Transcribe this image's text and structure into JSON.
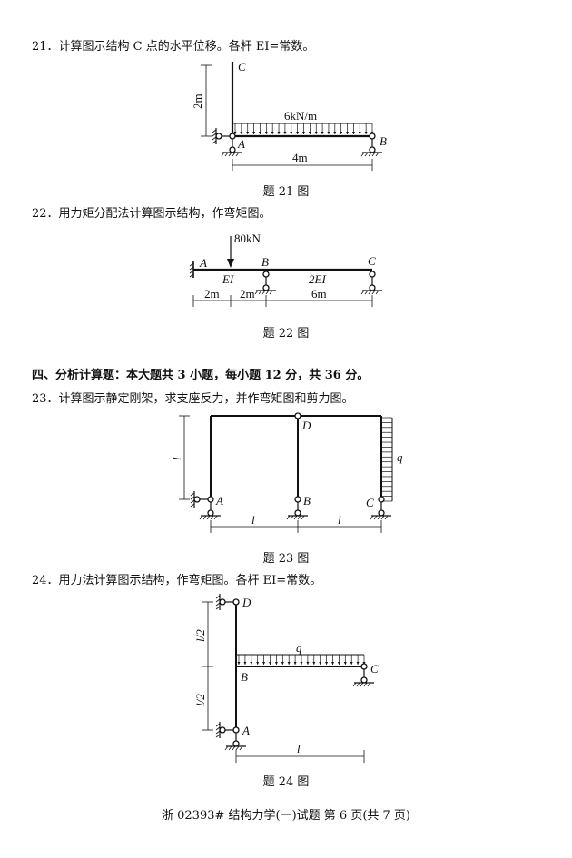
{
  "questions": [
    {
      "text": "21．计算图示结构 C 点的水平位移。各杆 EI=常数。",
      "caption": "题 21 图",
      "labels": {
        "C": "C",
        "A": "A",
        "B": "B",
        "load": "6kN/m",
        "height": "2m",
        "span": "4m"
      }
    },
    {
      "text": "22．用力矩分配法计算图示结构，作弯矩图。",
      "caption": "题 22 图",
      "labels": {
        "A": "A",
        "B": "B",
        "C": "C",
        "force": "80kN",
        "ei1": "EI",
        "ei2": "2EI",
        "d1": "2m",
        "d2": "2m",
        "d3": "6m"
      }
    },
    {
      "text": "23．计算图示静定刚架，求支座反力，并作弯矩图和剪力图。",
      "caption": "题 23 图",
      "labels": {
        "A": "A",
        "B": "B",
        "C": "C",
        "D": "D",
        "q": "q",
        "h": "l",
        "s1": "l",
        "s2": "l"
      }
    },
    {
      "text": "24．用力法计算图示结构，作弯矩图。各杆 EI=常数。",
      "caption": "题 24 图",
      "labels": {
        "A": "A",
        "B": "B",
        "C": "C",
        "D": "D",
        "q": "q",
        "h1": "l/2",
        "h2": "l/2",
        "s": "l"
      }
    }
  ],
  "section_heading": "四、分析计算题：本大题共 3 小题，每小题 12 分，共 36 分。",
  "footer": "浙 02393# 结构力学(一)试题 第 6 页(共 7 页)"
}
